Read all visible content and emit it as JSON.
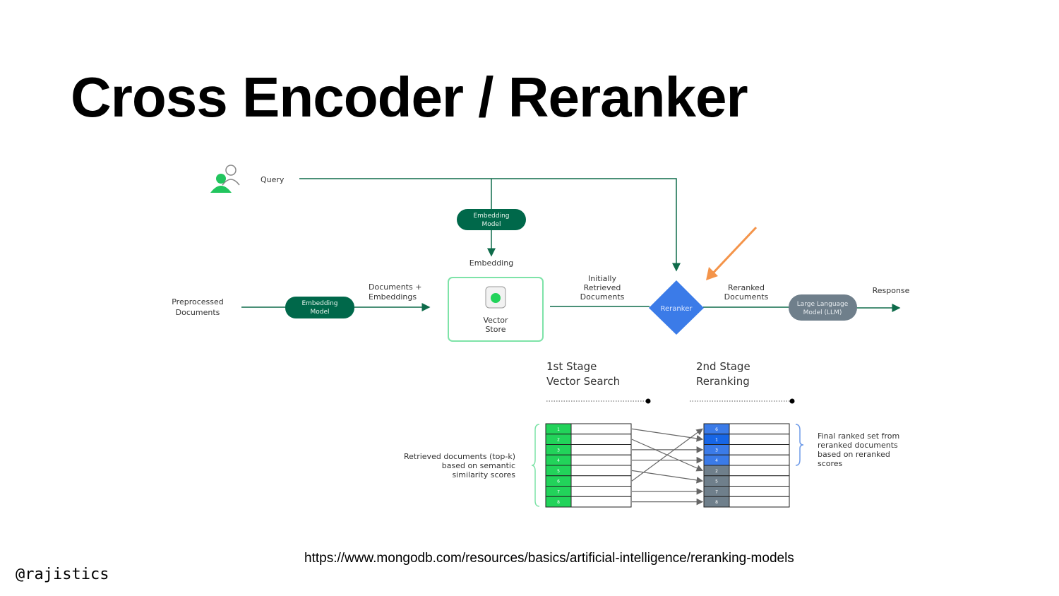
{
  "slide": {
    "title": "Cross Encoder / Reranker",
    "source_url": "https://www.mongodb.com/resources/basics/artificial-intelligence/reranking-models",
    "handle": "@rajistics"
  },
  "diagram": {
    "query_label": "Query",
    "embedding_model_top": [
      "Embedding",
      "Model"
    ],
    "embedding_label": "Embedding",
    "preprocessed_docs": [
      "Preprocessed",
      "Documents"
    ],
    "embedding_model_left": [
      "Embedding",
      "Model"
    ],
    "docs_embeddings": [
      "Documents +",
      "Embeddings"
    ],
    "vector_store": [
      "Vector",
      "Store"
    ],
    "initially_retrieved": [
      "Initially",
      "Retrieved",
      "Documents"
    ],
    "reranker": "Reranker",
    "reranked_docs": [
      "Reranked",
      "Documents"
    ],
    "llm": [
      "Large Language",
      "Model (LLM)"
    ],
    "response": "Response",
    "stage1": [
      "1st Stage",
      "Vector Search"
    ],
    "stage2": [
      "2nd Stage",
      "Reranking"
    ],
    "retrieved_note": [
      "Retrieved documents (top-k)",
      "based on semantic",
      "similarity scores"
    ],
    "final_note": [
      "Final ranked set from",
      "reranked documents",
      "based on reranked",
      "scores"
    ],
    "left_ranks": [
      "1",
      "2",
      "3",
      "4",
      "5",
      "6",
      "7",
      "8"
    ],
    "right_ranks": [
      "6",
      "1",
      "3",
      "4",
      "2",
      "5",
      "7",
      "8"
    ],
    "colors": {
      "dark_green": "#00684a",
      "line_green": "#0e6b4a",
      "bright_green": "#22d35a",
      "blue": "#3b7be8",
      "blue_highlight": "#1766e6",
      "gray": "#6f7f8b",
      "orange_arrow": "#f4944a",
      "vector_border": "#7ee3a8"
    }
  }
}
